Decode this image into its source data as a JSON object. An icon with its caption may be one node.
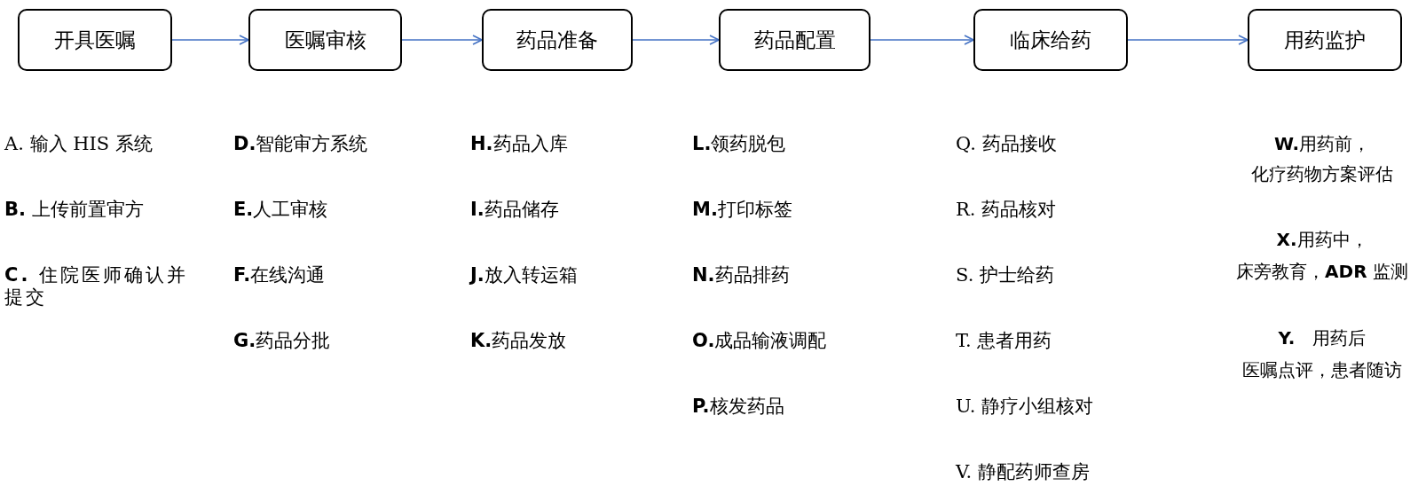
{
  "diagram": {
    "nodes": [
      {
        "text": [
          "开具医嘱"
        ]
      },
      {
        "text": [
          "医嘱审核"
        ]
      },
      {
        "text": [
          "药品准备"
        ]
      },
      {
        "text": [
          "药品配置"
        ]
      },
      {
        "text": [
          "临床给药"
        ]
      },
      {
        "text": [
          "用药监护"
        ]
      }
    ],
    "edges": [
      {
        "from": 0,
        "to": 1,
        "arrow": "to"
      },
      {
        "from": 1,
        "to": 2,
        "arrow": "to"
      },
      {
        "from": 2,
        "to": 3,
        "arrow": "to"
      },
      {
        "from": 3,
        "to": 4,
        "arrow": "to"
      },
      {
        "from": 4,
        "to": 5,
        "arrow": "to"
      }
    ],
    "labels": [
      "A. 输入 HIS 系统",
      "**D.**智能审方系统",
      "**H.**药品入库",
      "**L.**领药脱包",
      "Q. 药品接收",
      "**W.**用药前，",
      "化疗药物方案评估",
      "**B.** 上传前置审方",
      "**E.**人工审核",
      "**I.**药品储存",
      "**M.**打印标签",
      "R. 药品核对",
      "**X.**用药中，",
      "床旁教育，**ADR** 监测",
      "**C.** 住院医师确认并提交",
      "**F.**在线沟通",
      "**J.**放入转运箱",
      "**N.**药品排药",
      "S. 护士给药",
      "**Y.**　用药后",
      "医嘱点评，患者随访",
      "**G.**药品分批",
      "**K.**药品发放",
      "**O.**成品输液调配",
      "T. 患者用药",
      "**P.**核发药品",
      "U. 静疗小组核对",
      "V. 静配药师查房"
    ]
  }
}
